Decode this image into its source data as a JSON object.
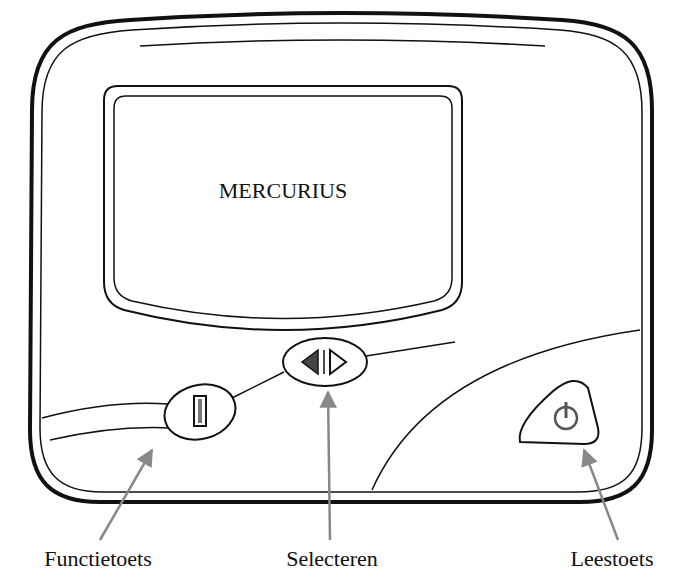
{
  "diagram": {
    "nodes": [
      {
        "text": [
          "MERCURIUS"
        ]
      }
    ],
    "labels": [
      "Functietoets",
      "Selecteren",
      "Leestoets"
    ]
  }
}
